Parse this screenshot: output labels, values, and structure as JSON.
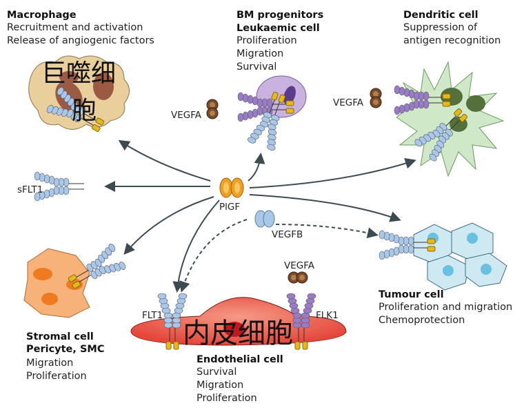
{
  "macrophage": {
    "title": "Macrophage",
    "lines": [
      "Recruitment and activation",
      "Release of angiogenic factors"
    ],
    "overlay": [
      "巨噬细",
      "胞"
    ]
  },
  "bm": {
    "title": [
      "BM progenitors",
      "Leukaemic cell"
    ],
    "lines": [
      "Proliferation",
      "Migration",
      "Survival"
    ],
    "ligand": "VEGFA"
  },
  "dendritic": {
    "title": "Dendritic cell",
    "lines": [
      "Suppression of",
      "antigen recognition"
    ],
    "ligand": "VEGFA"
  },
  "soluble": {
    "label": "sFLT1"
  },
  "center": {
    "ligand": "PlGF",
    "secondary": "VEGFB"
  },
  "tumour": {
    "title": "Tumour cell",
    "lines": [
      "Proliferation and migration",
      "Chemoprotection"
    ]
  },
  "stromal": {
    "title": [
      "Stromal cell",
      "Pericyte, SMC"
    ],
    "lines": [
      "Migration",
      "Proliferation"
    ]
  },
  "endothelial": {
    "title": "Endothelial cell",
    "lines": [
      "Survival",
      "Migration",
      "Proliferation"
    ],
    "receptors": [
      "FLT1",
      "FLK1"
    ],
    "ligand": "VEGFA",
    "overlay": "内皮细胞"
  },
  "colors": {
    "flt1": "#a9c8e8",
    "flk1": "#9a7cc4",
    "vegfa": "#7a4a2a",
    "plgf": "#f0a020",
    "kinase": "#e6b820",
    "arrow": "#3c4a52",
    "endothelial": "#e5473a",
    "tumour": "#cfe9f3",
    "dendritic": "#cfe8c8",
    "macrophage": "#e8cf9c",
    "bm": "#c9b1e0",
    "stromal": "#f7b27a"
  }
}
